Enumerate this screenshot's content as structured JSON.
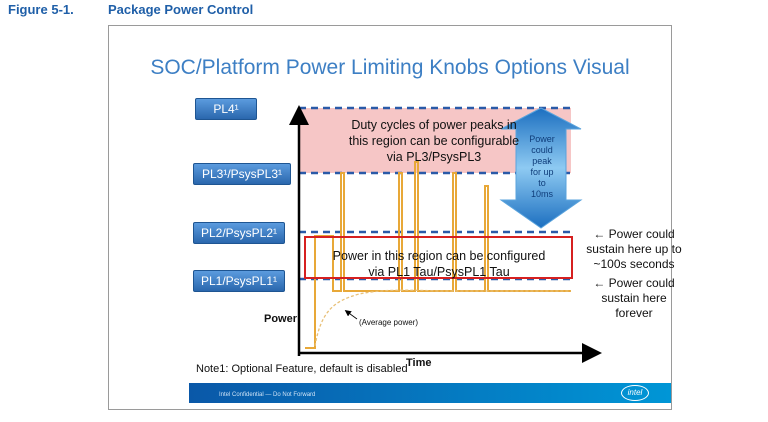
{
  "figure": {
    "number": "Figure 5-1.",
    "title": "Package Power Control"
  },
  "slide": {
    "title": "SOC/Platform Power Limiting Knobs Options Visual",
    "labels": {
      "pl4": "PL4¹",
      "pl3": "PL3¹/PsysPL3¹",
      "pl2": "PL2/PsysPL2¹",
      "pl1": "PL1/PsysPL1¹"
    },
    "duty_text": [
      "Duty cycles of power peaks in",
      "this region can be configurable",
      "via PL3/PsysPL3"
    ],
    "region_text": [
      "Power in this region can be configured",
      "via PL1 Tau/PsysPL1 Tau"
    ],
    "peak_text": [
      "Power",
      "could",
      "peak",
      "for up",
      "to",
      "10ms"
    ],
    "sustain_pl2": [
      "← Power could",
      "sustain here up to",
      "~100s seconds"
    ],
    "sustain_pl1": [
      "← Power could",
      "sustain here",
      "forever"
    ],
    "y_axis_label": "Power",
    "avg_label": "(Average power)",
    "x_axis_label": "Time",
    "note": "Note1: Optional Feature, default is disabled",
    "footer": "Intel Confidential — Do Not Forward",
    "logo": "intel"
  },
  "colors": {
    "caption": "#1f5fa8",
    "title": "#3d7fc4",
    "dashed": "#2a5aa8",
    "pink": "#f6c6c6",
    "red_box": "#d62020",
    "orange": "#e8a838",
    "arrow": "#5aa3dc"
  }
}
